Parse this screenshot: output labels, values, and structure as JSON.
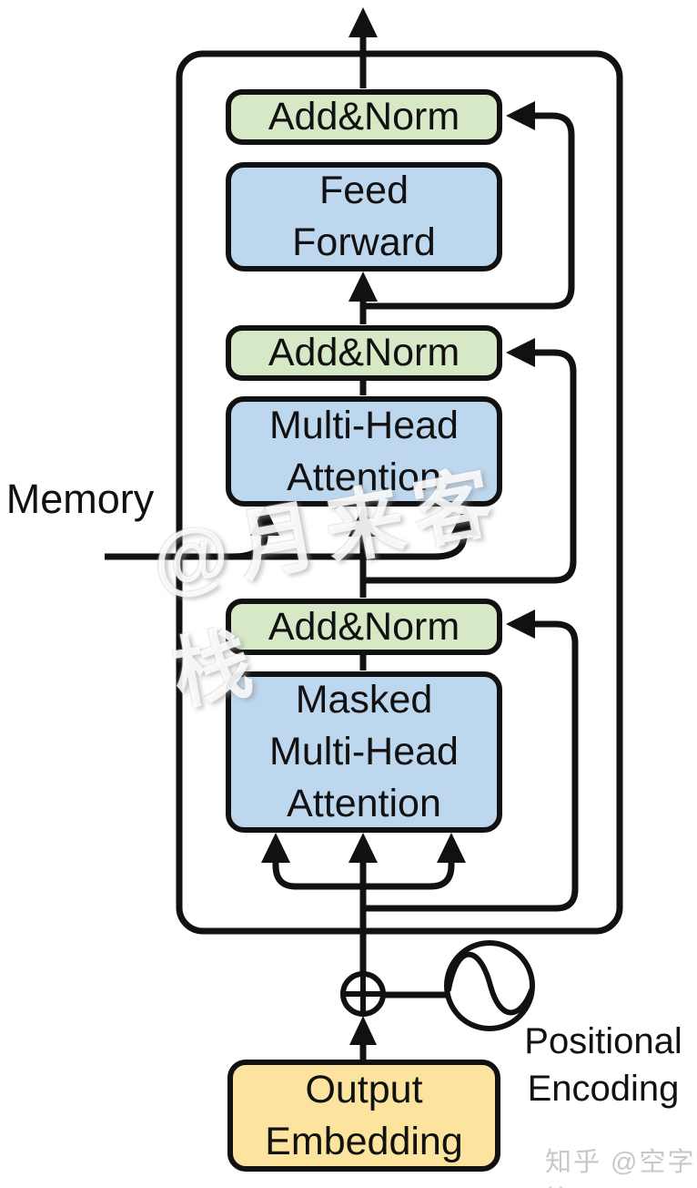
{
  "diagram": {
    "boxes": {
      "add_norm_top": "Add&Norm",
      "feed_forward": "Feed\nForward",
      "add_norm_mid": "Add&Norm",
      "multi_head_attention": "Multi-Head\nAttention",
      "add_norm_bottom": "Add&Norm",
      "masked_multi_head_attention": "Masked\nMulti-Head\nAttention",
      "output_embedding": "Output\nEmbedding"
    },
    "labels": {
      "memory": "Memory",
      "positional_encoding": "Positional\nEncoding"
    },
    "watermarks": {
      "center": "@月来客栈",
      "bottom_right": "知乎 @空字符"
    },
    "colors": {
      "add_norm_fill": "#d6e8c5",
      "attention_block_fill": "#bdd7ee",
      "embedding_fill": "#fce49e",
      "line_color": "#111111",
      "watermark_gray": "#c8c8c8"
    }
  }
}
